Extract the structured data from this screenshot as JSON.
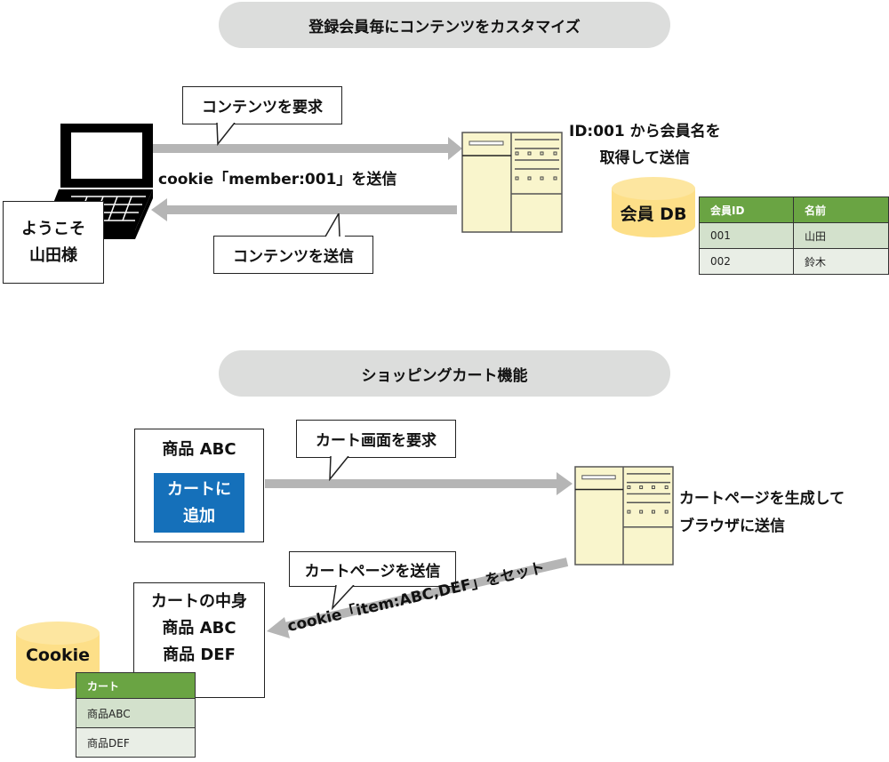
{
  "section1": {
    "title": "登録会員毎にコンテンツをカスタマイズ",
    "request_callout": "コンテンツを要求",
    "cookie_label": "cookie「member:001」を送信",
    "response_callout": "コンテンツを送信",
    "welcome_box": [
      "ようこそ",
      "山田様"
    ],
    "server_note": [
      "ID:001 から会員名を",
      "取得して送信"
    ],
    "db_label": "会員 DB",
    "member_table": {
      "headers": [
        "会員ID",
        "名前"
      ],
      "rows": [
        [
          "001",
          "山田"
        ],
        [
          "002",
          "鈴木"
        ]
      ]
    }
  },
  "section2": {
    "title": "ショッピングカート機能",
    "product_box": {
      "title": "商品 ABC",
      "button": [
        "カートに",
        "追加"
      ]
    },
    "request_callout": "カート画面を要求",
    "server_note": [
      "カートページを生成して",
      "ブラウザに送信"
    ],
    "response_callout": "カートページを送信",
    "cookie_label": "cookie「item:ABC,DEF」をセット",
    "cart_contents_box": [
      "カートの中身",
      "商品 ABC",
      "商品 DEF"
    ],
    "cookie_store_label": "Cookie",
    "cart_table": {
      "headers": [
        "カート"
      ],
      "rows": [
        [
          "商品ABC"
        ],
        [
          "商品DEF"
        ]
      ]
    }
  },
  "colors": {
    "section_bg": "#dcdddc",
    "arrow": "#b5b5b5",
    "server_fill": "#f9f5cc",
    "cylinder_fill": "#fddf88",
    "table_header": "#6aa443",
    "table_row1": "#d3e1cc",
    "table_row2": "#e9eee6",
    "button_blue": "#1570ba"
  }
}
